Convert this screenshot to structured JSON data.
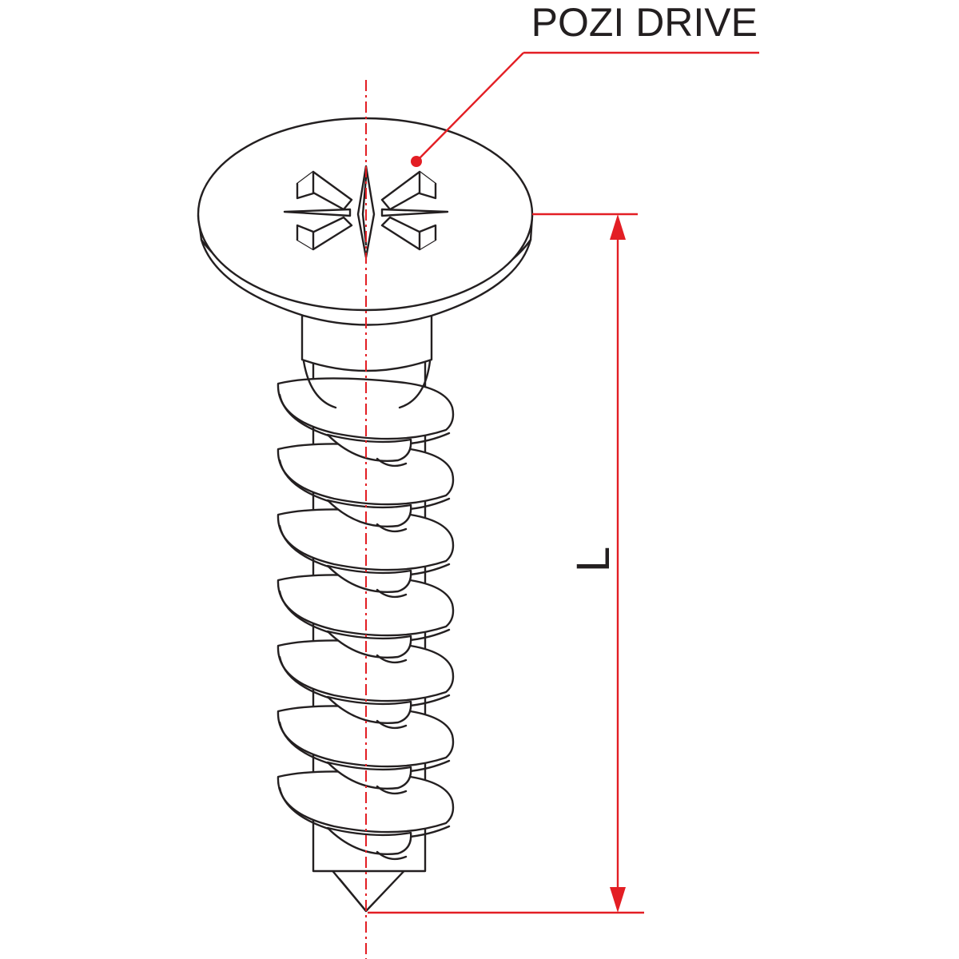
{
  "labels": {
    "drive_type": "POZI DRIVE",
    "length_symbol": "L"
  },
  "colors": {
    "dimension": "#e31e24",
    "outline": "#231f20",
    "background": "#ffffff"
  },
  "drawing": {
    "subject": "countersunk-screw",
    "thread_turns": 7
  }
}
